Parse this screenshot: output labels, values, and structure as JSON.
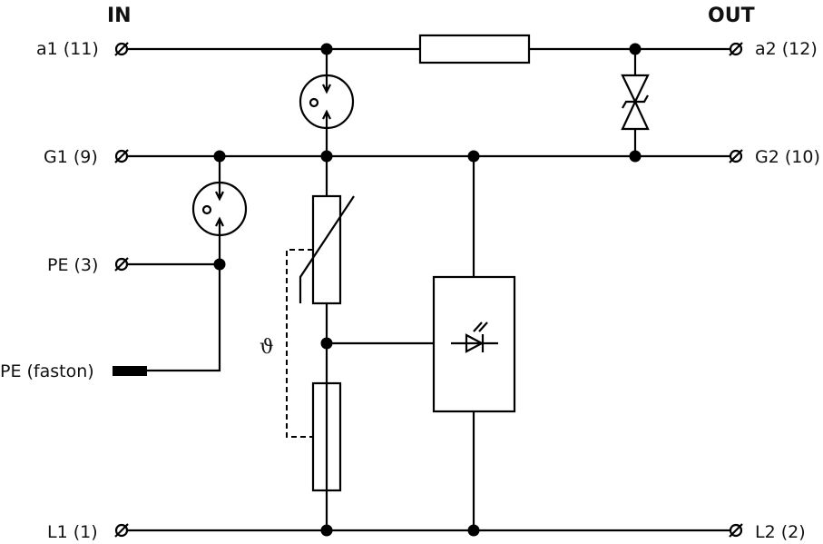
{
  "headers": {
    "in": "IN",
    "out": "OUT"
  },
  "terminals": {
    "a1": "a1 (11)",
    "g1": "G1 (9)",
    "pe3": "PE (3)",
    "pe_faston": "PE (faston)",
    "l1": "L1 (1)",
    "a2": "a2 (12)",
    "g2": "G2 (10)",
    "l2": "L2 (2)"
  },
  "terminal_symbol": "Ø",
  "thermal_symbol": "ϑ",
  "components": [
    "gas-discharge-arrester-a1-g1",
    "gas-discharge-arrester-g1-pe",
    "series-resistor-a",
    "bidirectional-tvs-diode",
    "ptc-thermistor",
    "thermal-fuse",
    "led-indicator-module"
  ]
}
